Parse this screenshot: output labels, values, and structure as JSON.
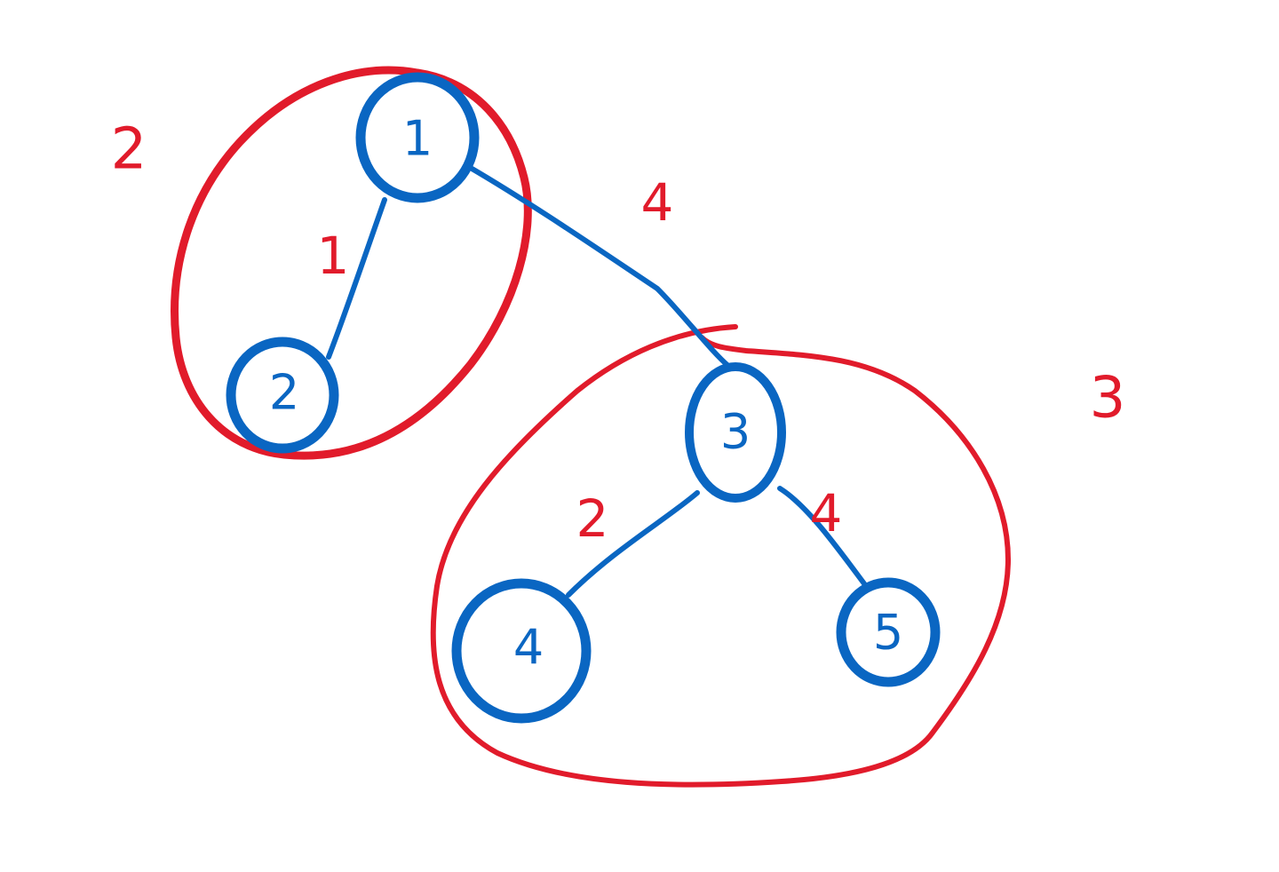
{
  "colors": {
    "node_ink": "#0a66c2",
    "annotation_ink": "#e11b2b",
    "background": "#ffffff"
  },
  "nodes": [
    {
      "id": "1",
      "label": "1"
    },
    {
      "id": "2",
      "label": "2"
    },
    {
      "id": "3",
      "label": "3"
    },
    {
      "id": "4",
      "label": "4"
    },
    {
      "id": "5",
      "label": "5"
    }
  ],
  "edges": [
    {
      "from": "1",
      "to": "2",
      "weight": "1"
    },
    {
      "from": "1",
      "to": "3",
      "weight": "4"
    },
    {
      "from": "3",
      "to": "4",
      "weight": "2"
    },
    {
      "from": "3",
      "to": "5",
      "weight": "4"
    }
  ],
  "clusters": [
    {
      "members": [
        "1",
        "2"
      ],
      "label": "2"
    },
    {
      "members": [
        "3",
        "4",
        "5"
      ],
      "label": "3"
    }
  ]
}
